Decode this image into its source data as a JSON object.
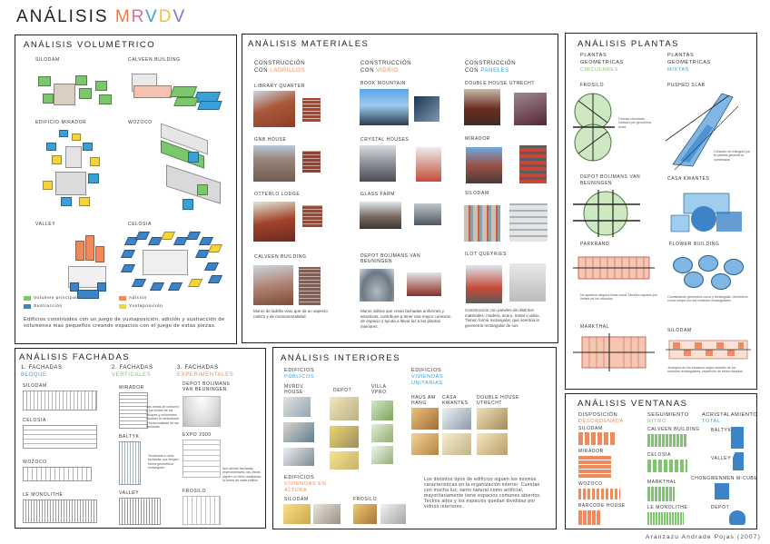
{
  "header": {
    "title_main": "ANÁLISIS",
    "title_letters": [
      "M",
      "R",
      "V",
      "D",
      "V"
    ],
    "title_letter_colors": [
      "#f07c3c",
      "#e96a8a",
      "#3aa0d8",
      "#f2c230",
      "#8a6fc8"
    ],
    "author": "Aranzazu Andrade Pojas (2007)"
  },
  "colors": {
    "green": "#7cc66b",
    "blue": "#3d83c8",
    "orange": "#f08a5d",
    "yellow": "#f5d43a",
    "red_brick": "#b5523b",
    "grey": "#9aa3ab"
  },
  "volumetrico": {
    "title": "ANÁLISIS VOLUMÉTRICO",
    "labels": [
      "SILODAM",
      "CALVEEN BUILDING",
      "EDIFICIO MIRADOR",
      "WOZOCO",
      "VALLEY",
      "CELOSIA"
    ],
    "legend": {
      "principal": "Volumen principal",
      "sustraccion": "Sustracción",
      "adicion": "Adición",
      "yuxtaposicion": "Yuxtaposición"
    },
    "text": "Edificios construidos con un juego de yuxtaposición, adición y sustracción de volumenes mas pequeños creando espacios con el juego de estas piezas."
  },
  "materiales": {
    "title": "ANÁLISIS MATERIALES",
    "columns": [
      {
        "line1": "CONSTRUCCIÓN",
        "line2a": "CON ",
        "line2b": "LADRILLOS",
        "accent": "#f08a5d"
      },
      {
        "line1": "CONSTRUCCIÓN",
        "line2a": "CON ",
        "line2b": "VIDRIO",
        "accent": "#f08a5d"
      },
      {
        "line1": "CONSTRUCCIÓN",
        "line2a": "CON ",
        "line2b": "PANELES",
        "accent": "#3aa0d8"
      }
    ],
    "buildings": [
      "LIBRARY QUARTER",
      "BOOK MOUNTAIN",
      "DOUBLE HOUSE UTRECHT",
      "GNB HOUSE",
      "CRYSTAL HOUSES",
      "MIRADOR",
      "OTTERLO LODGE",
      "GLASS FARM",
      "SILODAM",
      "CALVEEN BUILDING",
      "DEPOT BOIJMANS VAN BEUNINGEN",
      "ILOT QUEYRIES"
    ],
    "notes": [
      "Muros de ladrillo visto que da un aspecto rustico y de monumentalidad.",
      "Muros vidrios que crean fachadas uniformes y atractivas, contribuye a tener una mayor conexion de espacio y ayuda a llevar luz a los plantas interiores.",
      "Construcción con paneles de distintos materiales: madera, acero, metal o vidrio. Tienen forma rectangular, que acentúa la geometría rectangular de sus"
    ]
  },
  "plantas": {
    "title": "ANÁLISIS PLANTAS",
    "col1": {
      "a": "PLANTAS",
      "b": "GEOMÉTRICAS",
      "c": "CIRCULARES"
    },
    "col2": {
      "a": "PLANTAS",
      "b": "GEOMÉTRICAS",
      "c": "MIXTAS"
    },
    "labels": [
      "FROSILO",
      "PUSHED SLAB",
      "DEPOT BOIJMANS VAN BEUNINGEN",
      "CASA KWANTES",
      "PARKRAND",
      "FLOWER BUILDING",
      "MARKTHAL",
      "SILODAM"
    ],
    "notes": [
      "Formas circulares: División por geometría recta",
      "Creación de triángulo por la plantas geometría combinada",
      "No aparece ninguna línea curva. División espacio por límites de los módulos",
      "Combinación geometría curva y rectangular. Geometría curva rompe con los módulos rectangulares",
      "Jerarquía de los espacios según tamaño de los módulos rectangulares, repetición de estos módulos"
    ]
  },
  "fachadas": {
    "title": "ANÁLISIS FACHADAS",
    "col1": {
      "a": "1. FACHADAS",
      "b": "BLOQUE"
    },
    "col2": {
      "a": "2. FACHADAS",
      "b": "VERTICALES"
    },
    "col3": {
      "a": "3. FACHADAS",
      "b": "EXPERIMENTALES"
    },
    "labels": [
      "SILODAM",
      "CELOSIA",
      "WOZOCO",
      "LE MONOLITHE",
      "MIRADOR",
      "BALTYK",
      "VALLEY",
      "DEPOT BOIJMANS VAN BEUNINGEN",
      "EXPO 2000",
      "FROSILO"
    ],
    "notes": [
      "Las líneas de contorno y los límites de los bloques y volúmenes resaltan la verticalidad y horizontalidad de las fachadas",
      "Tendencia a crear fachadas que tengan forma geométrica rectangular",
      "Aun siendo fachadas experimentales, las líneas siguen un ritmo resaltando la forma de cada edificio"
    ]
  },
  "interiores": {
    "title": "ANÁLISIS INTERIORES",
    "g1": {
      "a": "EDIFICIOS",
      "b": "PÚBLICOS"
    },
    "g2": {
      "a": "EDIFICIOS",
      "b": "VIVIENDAS",
      "c": "UNITARIAS"
    },
    "g3": {
      "a": "EDIFICIOS",
      "b": "VIVIENDAS EN",
      "c": "ALTURA"
    },
    "labels": [
      "MVRDV HOUSE",
      "DEPOT",
      "VILLA VPRO",
      "HAUS AM HANG",
      "CASA KWANTES",
      "DOUBLE HOUSE UTRECHT",
      "SILODAM",
      "FROSILO"
    ],
    "text": "Los distintos tipos de edificios siguen los mismos caracteristicas en la organización interior. Cuentan con mucha luz, tanto natural como artificial, mayoritariamente tiene espacios comunes abiertos. Techos altos y los espacios quedan divididas por vidrios interiores."
  },
  "ventanas": {
    "title": "ANÁLISIS VENTANAS",
    "col1": {
      "a": "DISPOSICIÓN",
      "b": "DESORDENADA"
    },
    "col2": {
      "a": "SEGUIMIENTO",
      "b": "RITMO"
    },
    "col3": {
      "a": "ACRISTALAMIENTO",
      "b": "TOTAL"
    },
    "labels": [
      "SILODAM",
      "MIRADOR",
      "WOZOCO",
      "BARCODE HOUSE",
      "CALVEEN BUILDING",
      "CELOSIA",
      "MARKTHAL",
      "LE MONOLITHE",
      "BALTYK",
      "VALLEY",
      "CHONGWENMEN M-CUBE",
      "DEPOT"
    ]
  }
}
